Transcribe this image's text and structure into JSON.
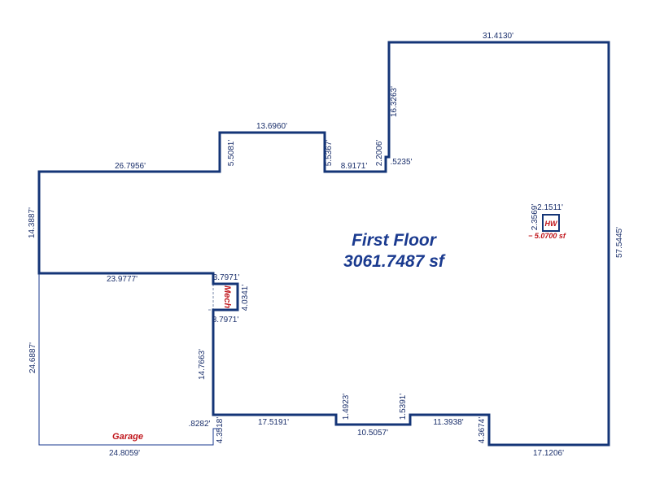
{
  "colors": {
    "wall": "#143577",
    "thin_line": "#1a3a8f",
    "dim_text": "#1a2f6b",
    "room_label": "#c0161c",
    "title": "#1a3a8f"
  },
  "floor": {
    "name": "First Floor",
    "area": "3061.7487 sf"
  },
  "rooms": {
    "hw_label": "HW",
    "hw_area": "− 5.0700 sf",
    "mech_label": "Mech",
    "garage_label": "Garage"
  },
  "dimensions": {
    "top_right": "31.4130'",
    "right_side": "57.5445'",
    "bottom_right": "17.1206'",
    "step_right": "4.3674'",
    "bottom_mid_right": "11.3938'",
    "notch_right": "1.5391'",
    "notch_bottom": "10.5057'",
    "notch_left": "1.4923'",
    "bottom_left": "17.5191'",
    "garage_step": "4.3518'",
    "garage_corner": ".8282'",
    "garage_bottom": "24.8059'",
    "garage_left": "24.6887'",
    "left_wall_lower": "14.7663'",
    "mech_bottom": "3.7971'",
    "mech_side": "4.0341'",
    "mech_top": "3.7971'",
    "garage_top": "23.9777'",
    "left_side": "14.3887'",
    "top_left": "26.7956'",
    "bump_left": "5.5081'",
    "bump_top": "13.6960'",
    "bump_right": "5.5367'",
    "top_mid": "8.9171'",
    "step_up": "2.2006'",
    "step_small": ".5235'",
    "tower_left": "16.3263'",
    "hw_width": "2.1511'",
    "hw_height": "2.3569'"
  }
}
